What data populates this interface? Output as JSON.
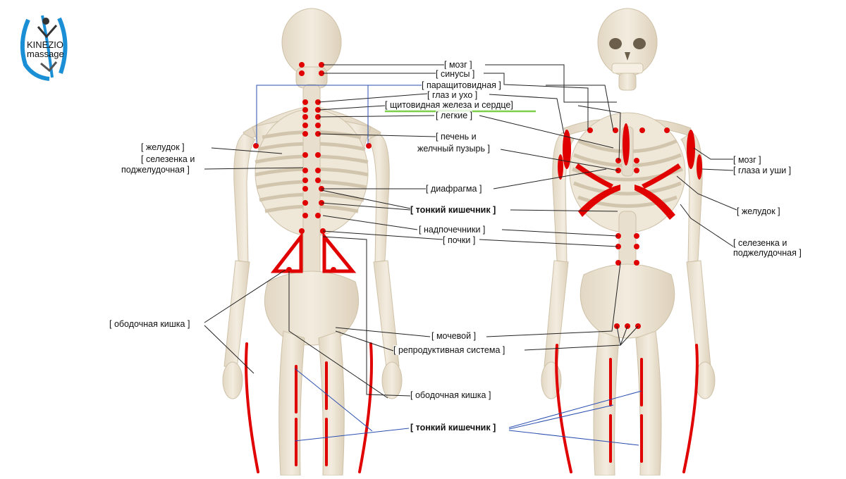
{
  "logo": {
    "line1": "KINEZIO",
    "line2": "massage"
  },
  "labels": {
    "brain": "[ мозг ]",
    "sinuses": "[ синусы ]",
    "parathyroid": "[ паращитовидная ]",
    "eye_ear": "[ глаз и ухо ]",
    "thyroid_heart": "[ щитовидная железа и сердце]",
    "lungs": "[ легкие ]",
    "liver_1": "[ печень и",
    "liver_2": "желчный пузырь ]",
    "stomach_left": "[ желудок ]",
    "spleen_left_1": "[ селезенка и",
    "spleen_left_2": "поджелудочная ]",
    "diaphragm": "[ диафрагма ]",
    "small_intestine_top": "[ тонкий кишечник ]",
    "adrenals": "[ надпочечники ]",
    "kidneys": "[ почки ]",
    "colon_left": "[ ободочная кишка ]",
    "bladder": "[ мочевой ]",
    "reproductive": "[ репродуктивная система ]",
    "colon_bottom": "[ ободочная кишка ]",
    "small_intestine_bottom": "[ тонкий кишечник ]",
    "brain_right": "[ мозг ]",
    "eyes_ears_right": "[ глаза и уши ]",
    "stomach_right": "[ желудок ]",
    "spleen_right_1": "[ селезенка и",
    "spleen_right_2": "поджелудочная ]"
  },
  "colors": {
    "bone": "#ece3d3",
    "bone_shadow": "#d6cab4",
    "marker": "#e00000",
    "leader": "#222222",
    "blue_leader": "#2a4fb0",
    "highlight": "#7ccf4a"
  }
}
